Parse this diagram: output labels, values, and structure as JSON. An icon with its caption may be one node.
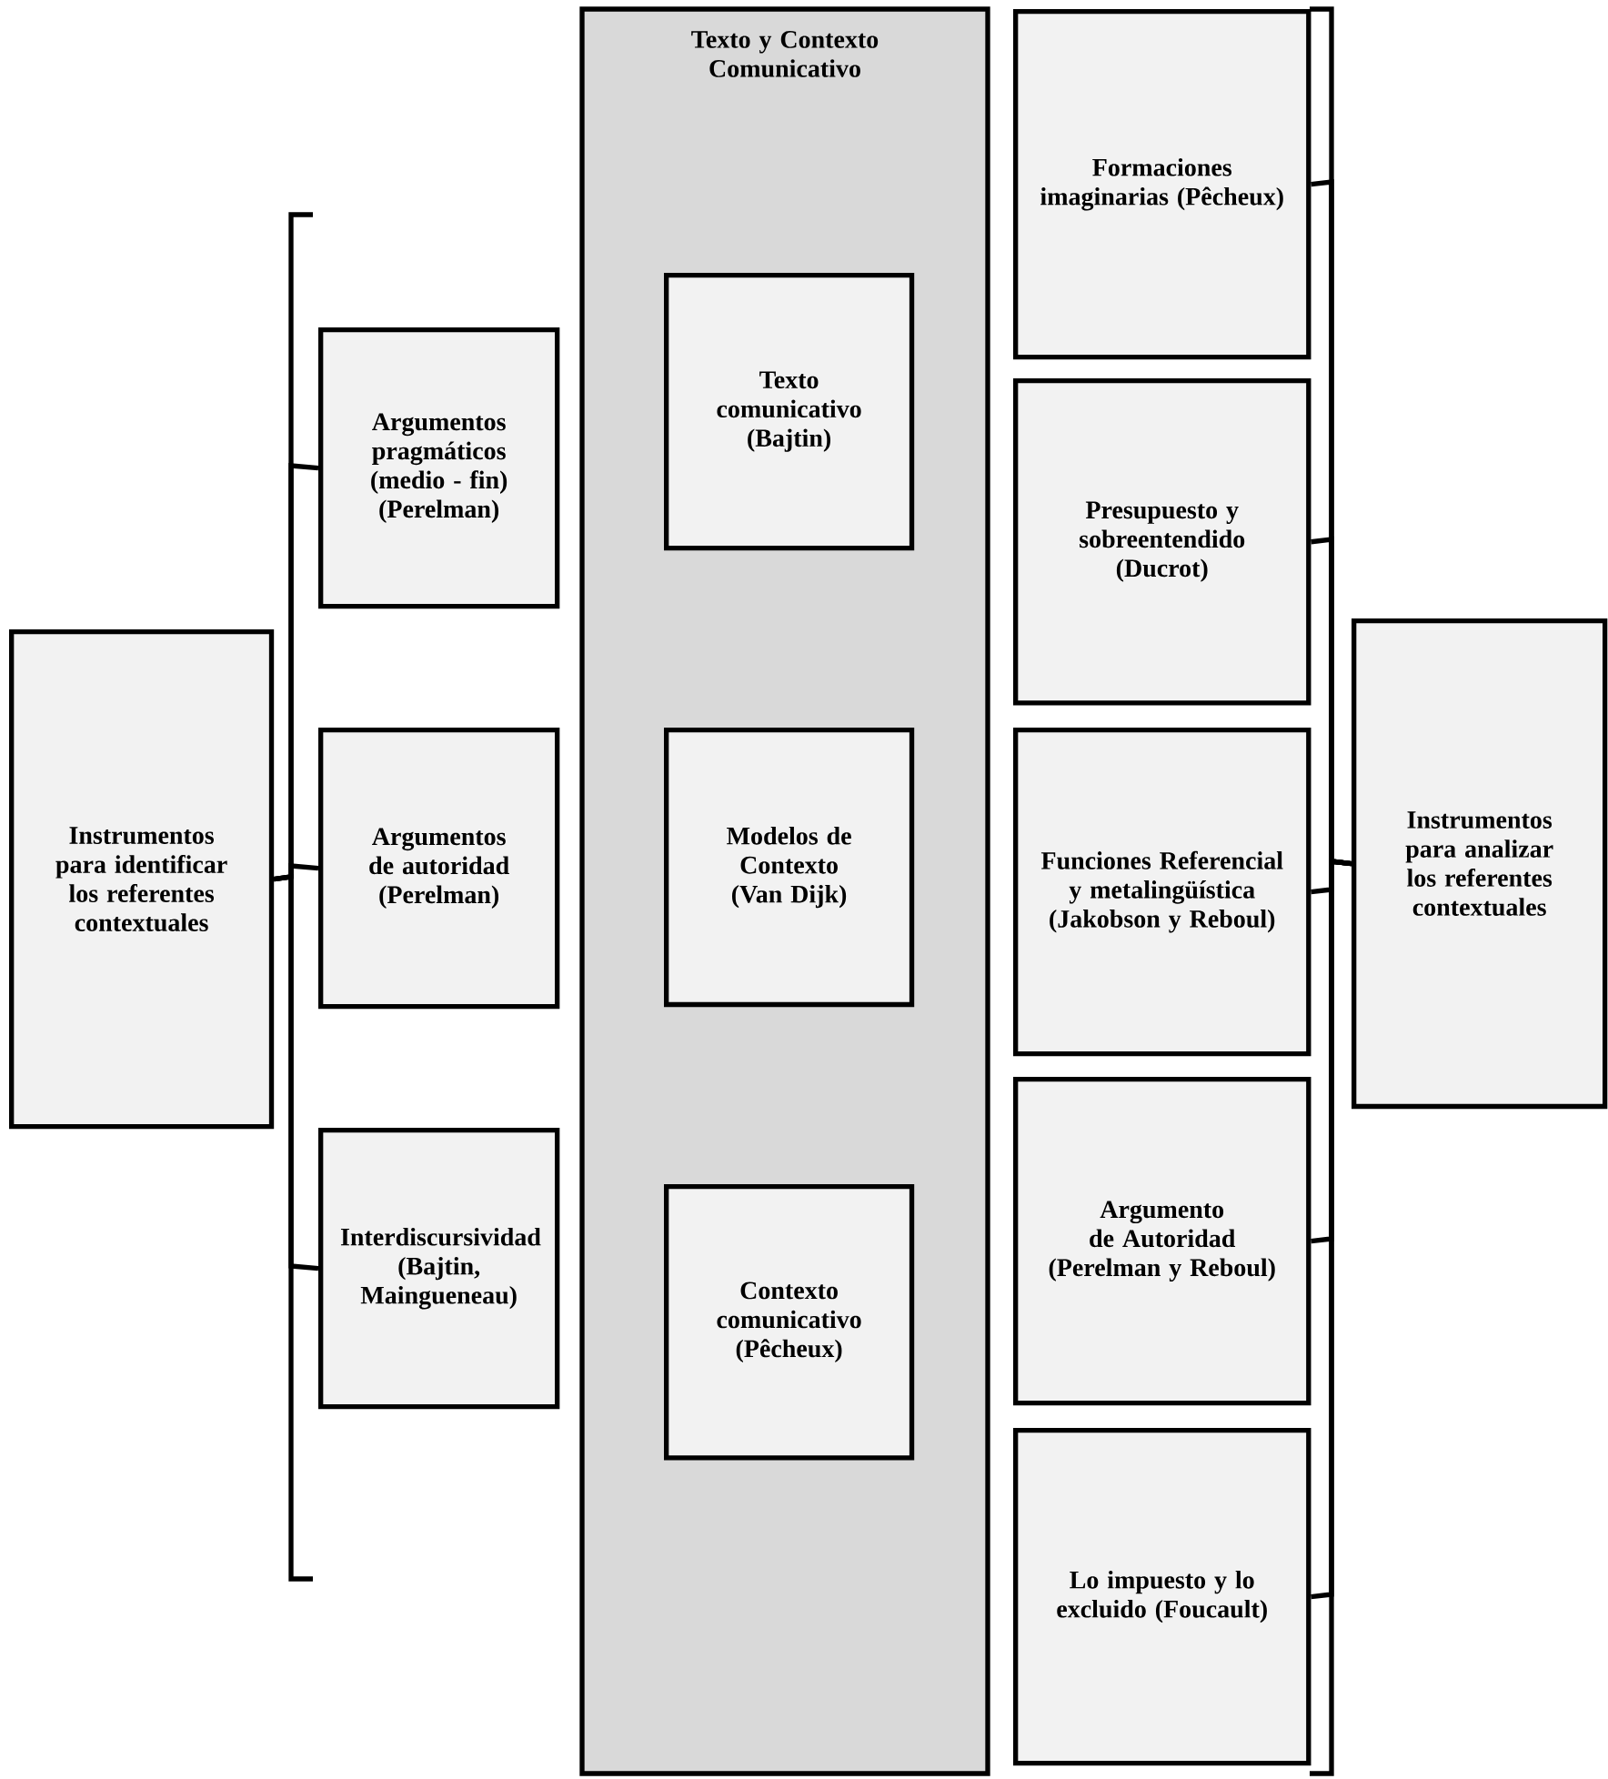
{
  "diagram": {
    "nodes": [
      {
        "text": [
          "Instrumentos para identificar los referentes contextuales"
        ]
      },
      {
        "text": [
          "Argumentos pragmáticos (medio - fin) (Perelman)"
        ]
      },
      {
        "text": [
          "Argumentos de autoridad (Perelman)"
        ]
      },
      {
        "text": [
          "Interdiscursividad (Bajtin, Maingueneau)"
        ]
      },
      {
        "text": [
          "Texto y Contexto Comunicativo"
        ]
      },
      {
        "text": [
          "Texto comunicativo (Bajtin)"
        ],
        "in": 4
      },
      {
        "text": [
          "Modelos de Contexto (Van Dijk)"
        ],
        "in": 4
      },
      {
        "text": [
          "Contexto comunicativo (Pêcheux)"
        ],
        "in": 4
      },
      {
        "text": [
          "Formaciones imaginarias (Pêcheux)"
        ]
      },
      {
        "text": [
          "Presupuesto y sobreentendido (Ducrot)"
        ]
      },
      {
        "text": [
          "Funciones Referencial y metalingüística (Jakobson y Reboul)"
        ]
      },
      {
        "text": [
          "Argumento de Autoridad (Perelman y Reboul)"
        ]
      },
      {
        "text": [
          "Lo impuesto y lo excluido (Foucault)"
        ]
      },
      {
        "text": [
          "Instrumentos para analizar los referentes contextuales"
        ]
      }
    ],
    "edges": [
      {
        "from": 0,
        "to": 1,
        "arrow": "none"
      },
      {
        "from": 0,
        "to": 2,
        "arrow": "none"
      },
      {
        "from": 0,
        "to": 3,
        "arrow": "none"
      },
      {
        "from": 13,
        "to": 8,
        "arrow": "none"
      },
      {
        "from": 13,
        "to": 9,
        "arrow": "none"
      },
      {
        "from": 13,
        "to": 10,
        "arrow": "none"
      },
      {
        "from": 13,
        "to": 11,
        "arrow": "none"
      },
      {
        "from": 13,
        "to": 12,
        "arrow": "none"
      }
    ]
  }
}
